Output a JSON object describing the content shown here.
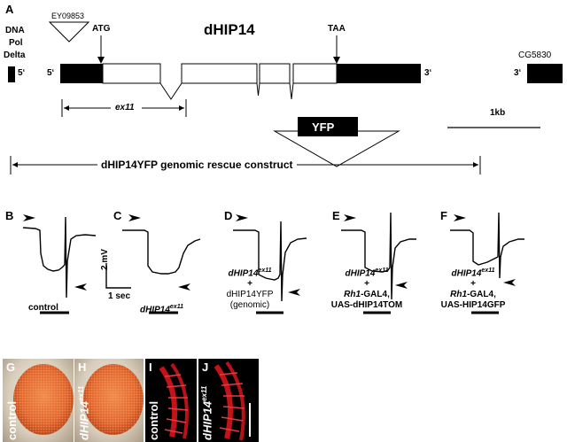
{
  "figure": {
    "panel_a": {
      "letter": "A",
      "dna_pol": [
        "DNA",
        "Pol",
        "Delta"
      ],
      "five_prime_left": "5‘",
      "five_prime": "5‘",
      "insertion": "EY09853",
      "atg": "ATG",
      "gene": "dHIP14",
      "taa": "TAA",
      "three_prime": "3‘",
      "cg_label": "CG5830",
      "cg_three_prime": "3‘",
      "ex11": "ex11",
      "yfp": "YFP",
      "scale": "1kb",
      "construct": "dHIP14YFP genomic rescue construct"
    },
    "erg_panels": [
      {
        "letter": "B",
        "label": "control"
      },
      {
        "letter": "C",
        "label": "dHIP14",
        "sup": "ex11"
      },
      {
        "letter": "D",
        "line1": "dHIP14",
        "sup": "ex11",
        "line2": "+",
        "line3": "dHIP14YFP",
        "line4": "(genomic)"
      },
      {
        "letter": "E",
        "line1": "dHIP14",
        "sup": "ex11",
        "line2": "+",
        "line3a": "Rh1",
        "line3b": "-GAL4,",
        "line4": "UAS-dHIP14TOM"
      },
      {
        "letter": "F",
        "line1": "dHIP14",
        "sup": "ex11",
        "line2": "+",
        "line3a": "Rh1",
        "line3b": "-GAL4,",
        "line4": "UAS-HIP14GFP"
      }
    ],
    "scale_bar": {
      "v": "2 mV",
      "t": "1 sec"
    },
    "photo_panels": [
      {
        "letter": "G",
        "label": "control"
      },
      {
        "letter": "H",
        "label": "dHIP14",
        "sup": "ex11"
      },
      {
        "letter": "I",
        "label": "control"
      },
      {
        "letter": "J",
        "label": "dHIP14",
        "sup": "ex11"
      }
    ],
    "colors": {
      "eye": "#e2662e",
      "stain": "#d8141c",
      "photo_bg": "#000000"
    }
  }
}
